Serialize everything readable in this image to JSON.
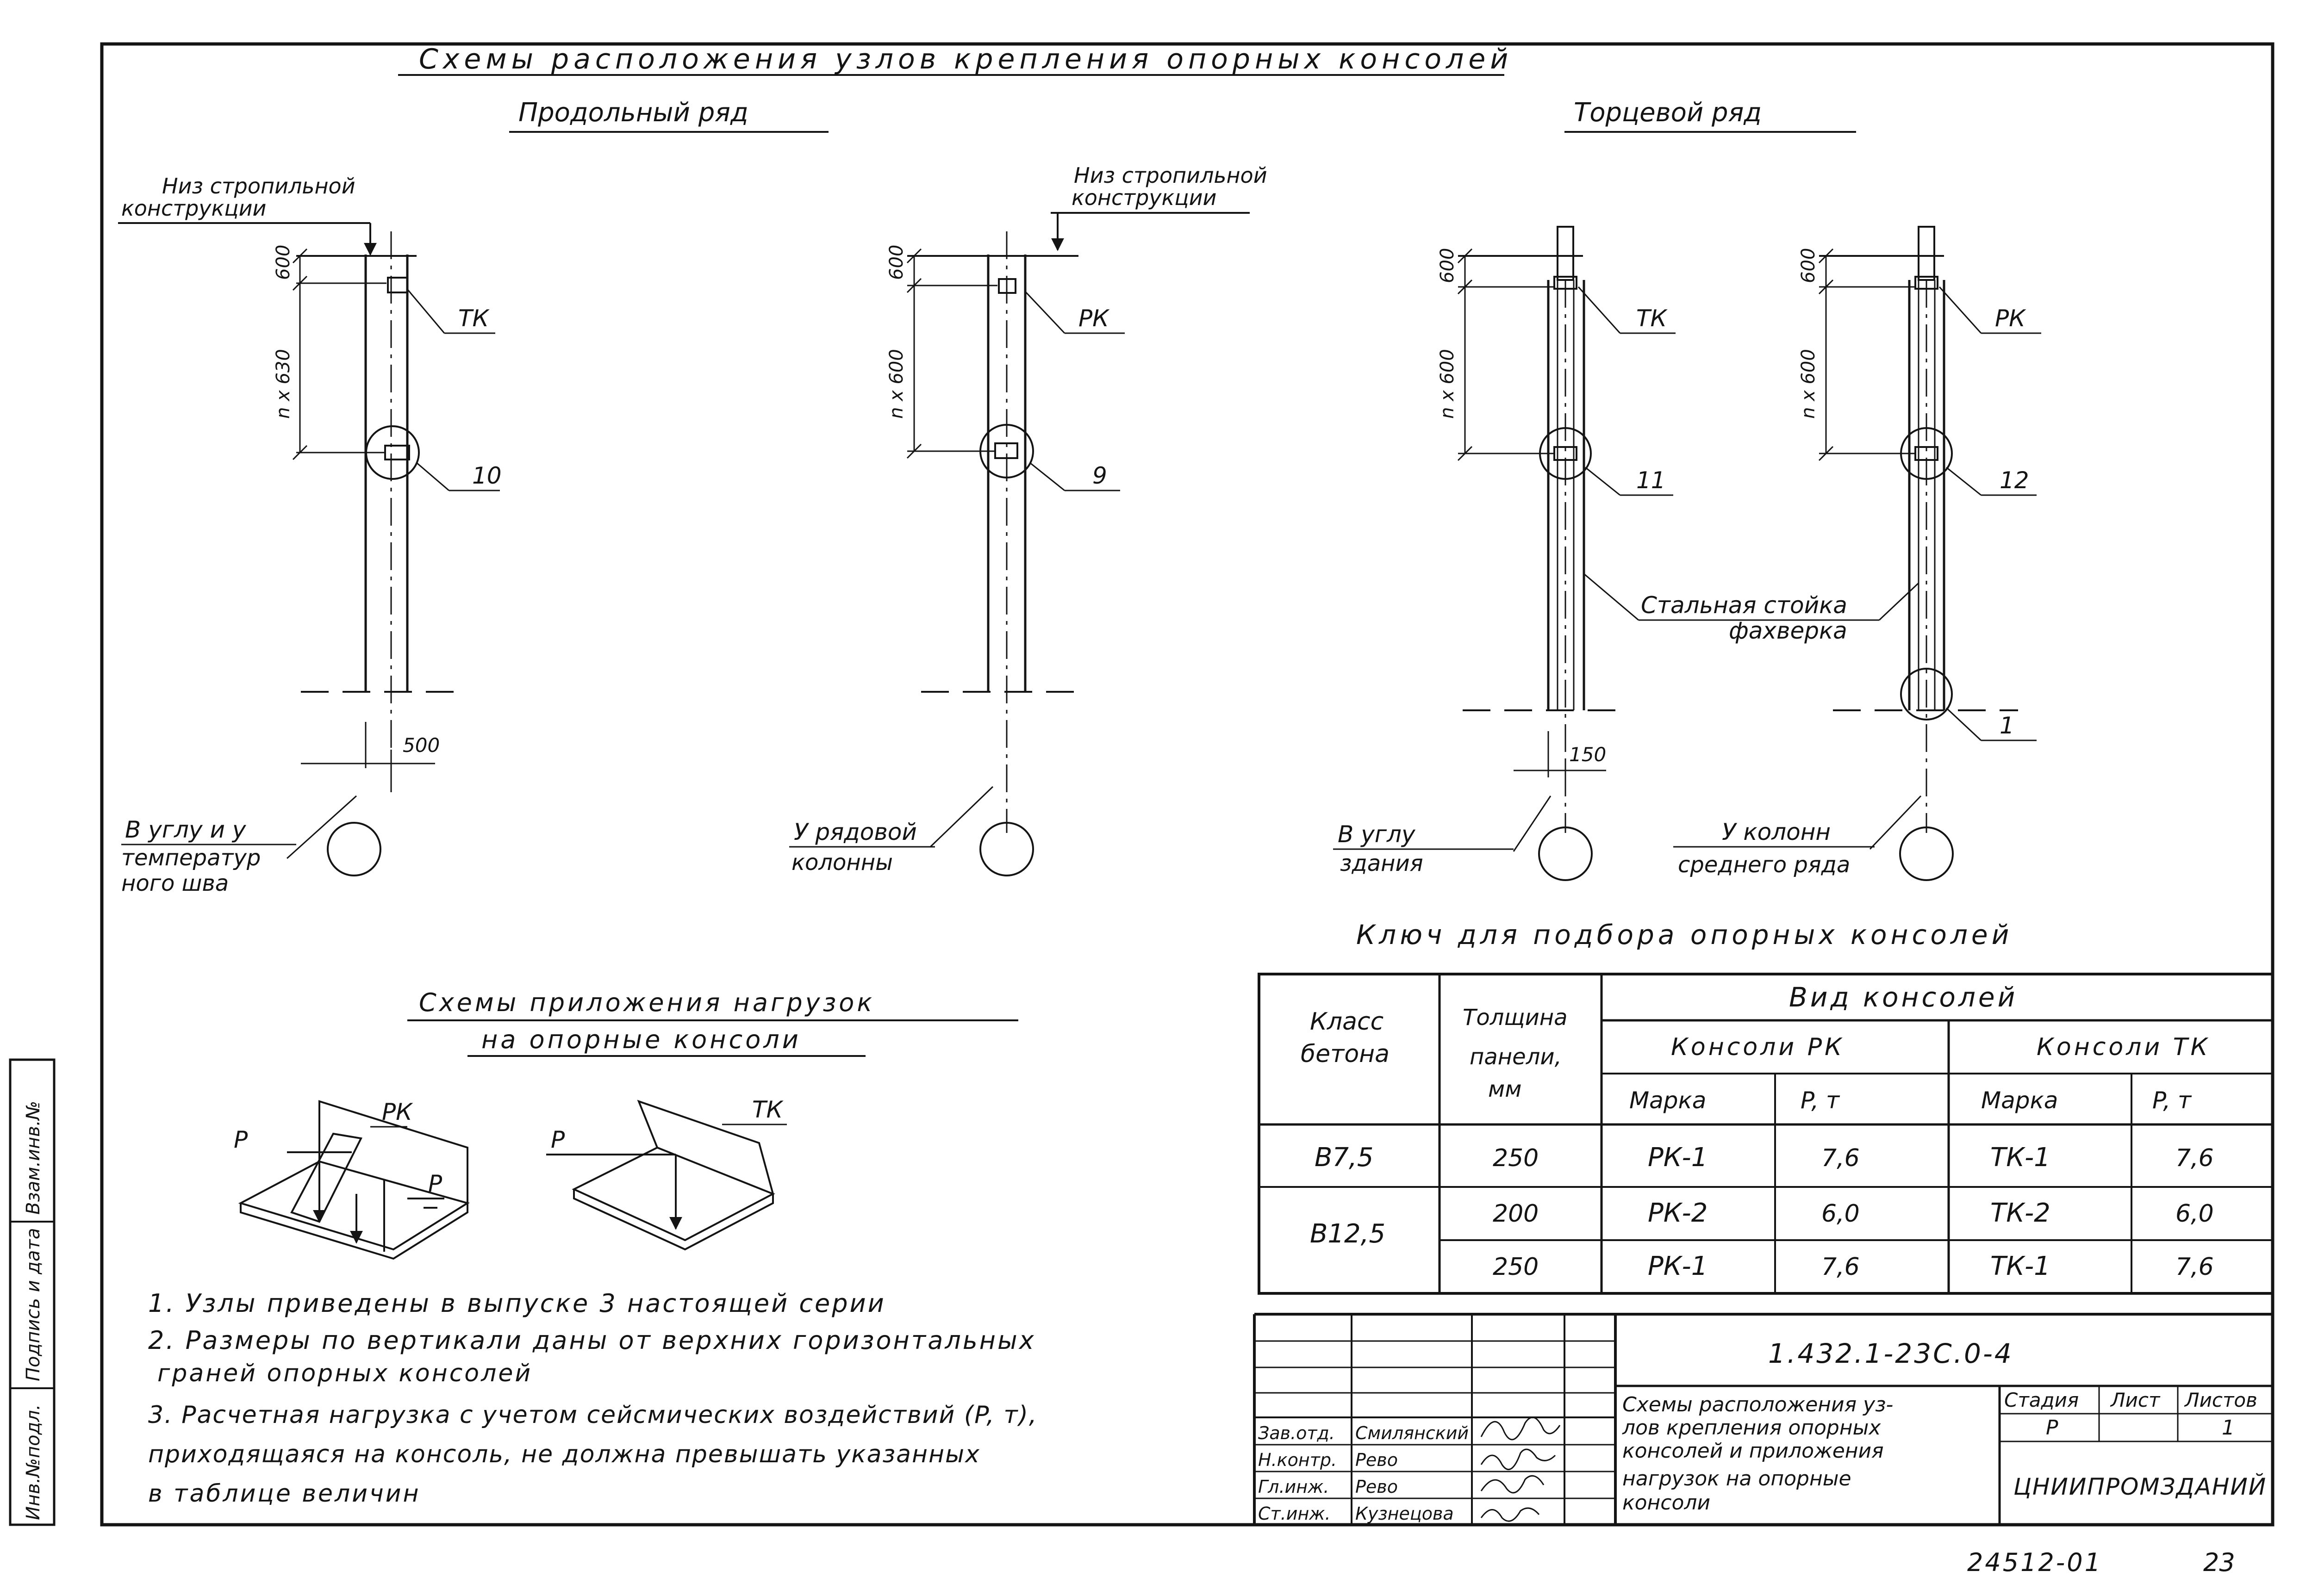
{
  "title": "Схемы расположения узлов крепления опорных консолей",
  "longitudinal": {
    "heading": "Продольный ряд",
    "left": {
      "top_note_1": "Низ стропильной",
      "top_note_2": "конструкции",
      "dim_top": "600",
      "dim_mid": "n x 630",
      "tag": "ТК",
      "node": "10",
      "dim_bottom": "500",
      "caption_1": "В углу и у",
      "caption_2": "температур",
      "caption_3": "ного шва"
    },
    "right": {
      "top_note_1": "Низ стропильной",
      "top_note_2": "конструкции",
      "dim_top": "600",
      "dim_mid": "n x 600",
      "tag": "РК",
      "node": "9",
      "caption_1": "У рядовой",
      "caption_2": "колонны"
    }
  },
  "end_row": {
    "heading": "Торцевой ряд",
    "left": {
      "dim_top": "600",
      "dim_mid": "n x 600",
      "tag": "ТК",
      "node": "11",
      "dim_bottom": "150",
      "caption_1": "В углу",
      "caption_2": "здания"
    },
    "right": {
      "dim_top": "600",
      "dim_mid": "n x 600",
      "tag": "РК",
      "node": "12",
      "node_bottom": "1",
      "caption_1": "У колонн",
      "caption_2": "среднего ряда"
    },
    "steel_label_1": "Стальная стойка",
    "steel_label_2": "фахверка"
  },
  "loads": {
    "heading_1": "Схемы приложения нагрузок",
    "heading_2": "на опорные консоли",
    "rk_label": "РК",
    "tk_label": "ТК",
    "p_label": "P"
  },
  "key_table": {
    "heading": "Ключ для подбора опорных консолей",
    "col_class_1": "Класс",
    "col_class_2": "бетона",
    "col_thick_1": "Толщина",
    "col_thick_2": "панели,",
    "col_thick_3": "мм",
    "view_header": "Вид консолей",
    "rk_header": "Консоли РК",
    "tk_header": "Консоли ТК",
    "mark_header": "Марка",
    "p_header": "P, т",
    "rows": [
      {
        "cls": "В7,5",
        "thick": "250",
        "rk_mark": "РК-1",
        "rk_p": "7,6",
        "tk_mark": "ТК-1",
        "tk_p": "7,6"
      },
      {
        "cls": "В12,5",
        "thick": "200",
        "rk_mark": "РК-2",
        "rk_p": "6,0",
        "tk_mark": "ТК-2",
        "tk_p": "6,0"
      },
      {
        "cls": "",
        "thick": "250",
        "rk_mark": "РК-1",
        "rk_p": "7,6",
        "tk_mark": "ТК-1",
        "tk_p": "7,6"
      }
    ]
  },
  "notes": [
    "1. Узлы приведены в выпуске 3 настоящей серии",
    "2. Размеры по вертикали даны от верхних горизонтальных",
    "граней опорных консолей",
    "3. Расчетная нагрузка с учетом сейсмических воздействий (P, т),",
    "приходящаяся на консоль, не должна превышать указанных",
    "в таблице величин"
  ],
  "stamp": {
    "doc_code": "1.432.1-23С.0-4",
    "desc_1": "Схемы расположения уз-",
    "desc_2": "лов крепления опорных",
    "desc_3": "консолей и приложения",
    "desc_4": "нагрузок на опорные",
    "desc_5": "консоли",
    "stage_label": "Стадия",
    "sheet_label": "Лист",
    "sheets_label": "Листов",
    "stage": "Р",
    "sheets": "1",
    "org": "ЦНИИПРОМЗДАНИЙ",
    "roles": [
      {
        "role": "Зав.отд.",
        "name": "Смилянский"
      },
      {
        "role": "Н.контр.",
        "name": "Рево"
      },
      {
        "role": "Гл.инж.",
        "name": "Рево"
      },
      {
        "role": "Ст.инж.",
        "name": "Кузнецова"
      }
    ]
  },
  "side_strip": [
    "Инв.№подл.",
    "Подпись и дата",
    "Взам.инв.№"
  ],
  "footer": {
    "archive_no": "24512-01",
    "page": "23"
  }
}
